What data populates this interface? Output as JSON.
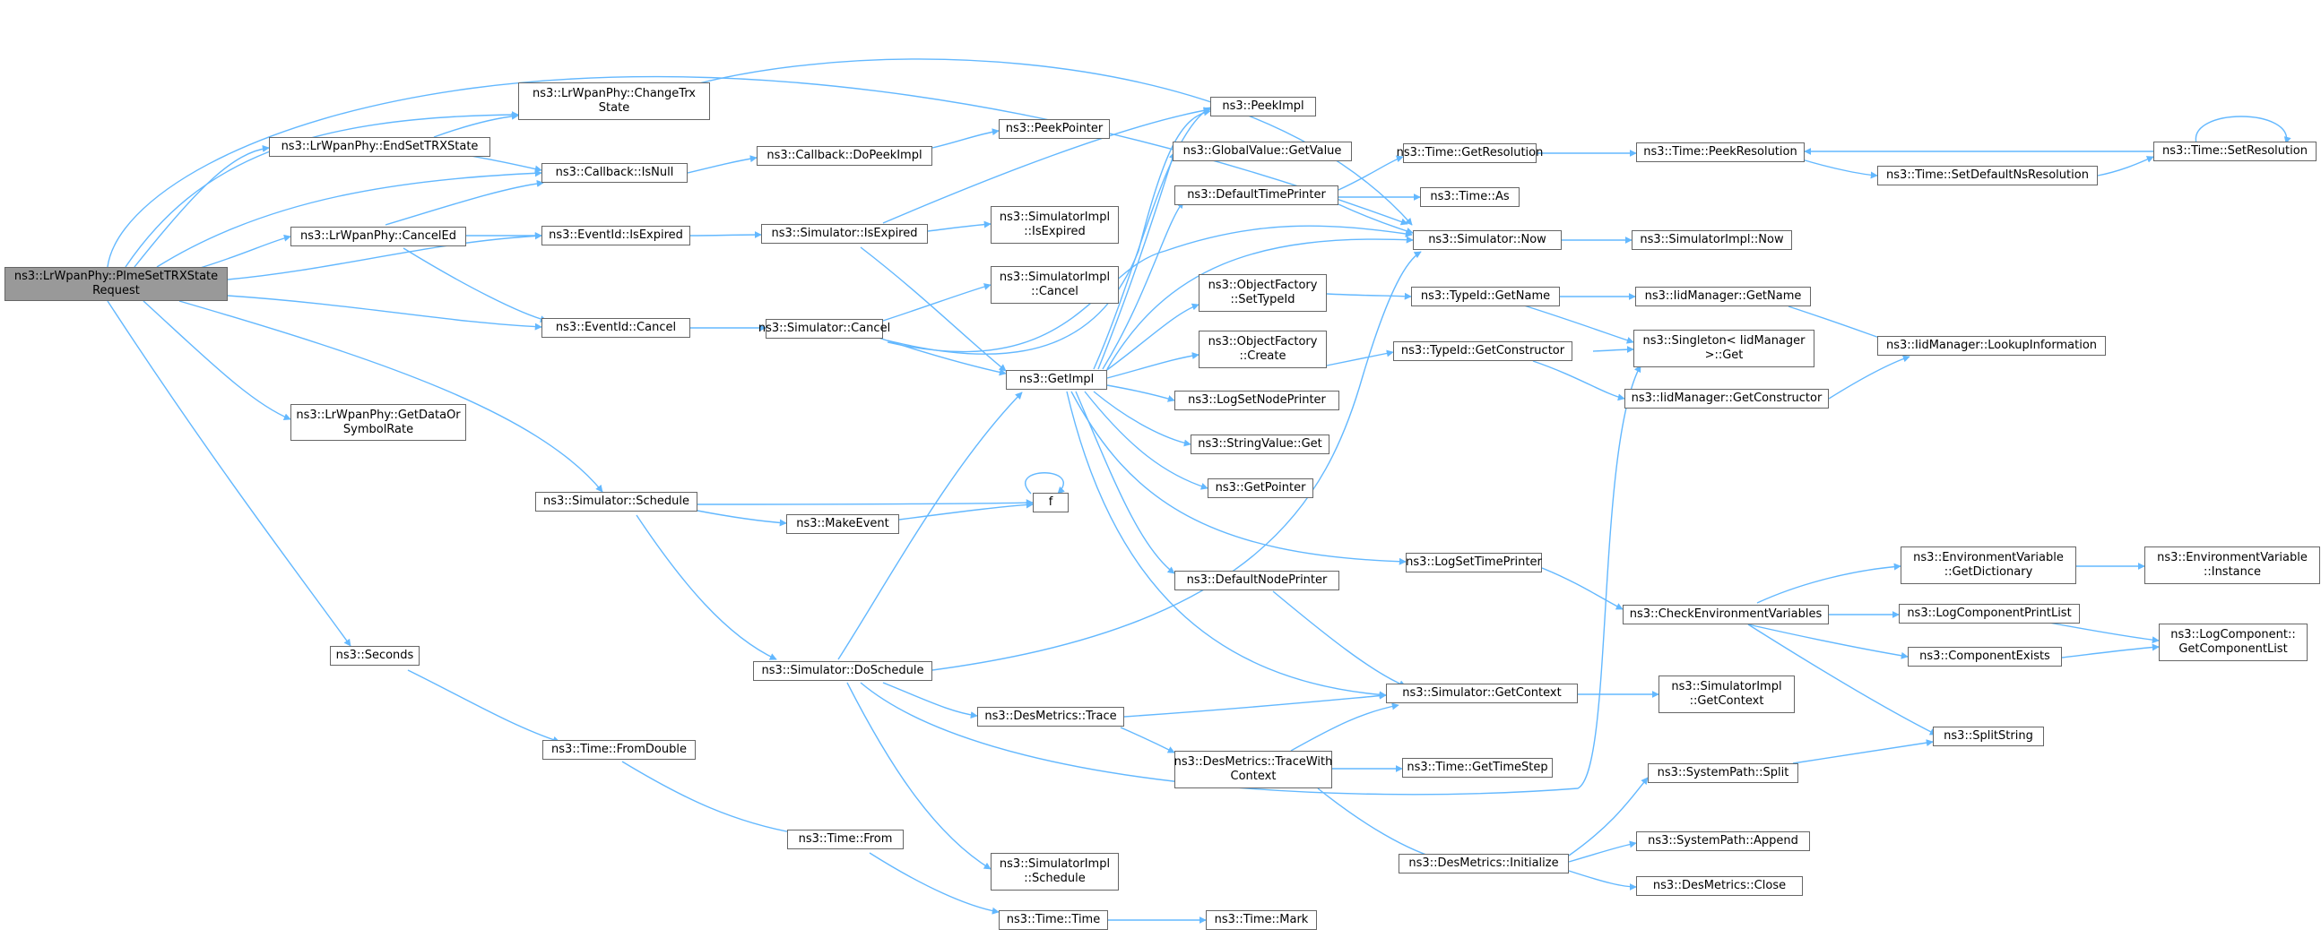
{
  "colors": {
    "edge": "#63b8ff",
    "node_border": "#666666",
    "root_fill": "#999999",
    "node_fill": "#ffffff",
    "text": "#000000"
  },
  "nodes": {
    "root": {
      "l1": "ns3::LrWpanPhy::PlmeSetTRXState",
      "l2": "Request"
    },
    "changetrx": {
      "l1": "ns3::LrWpanPhy::ChangeTrx",
      "l2": "State"
    },
    "endsettrx": {
      "l1": "ns3::LrWpanPhy::EndSetTRXState"
    },
    "isnull": {
      "l1": "ns3::Callback::IsNull"
    },
    "canceled": {
      "l1": "ns3::LrWpanPhy::CancelEd"
    },
    "isexpired": {
      "l1": "ns3::EventId::IsExpired"
    },
    "evcancel": {
      "l1": "ns3::EventId::Cancel"
    },
    "getdata": {
      "l1": "ns3::LrWpanPhy::GetDataOr",
      "l2": "SymbolRate"
    },
    "schedule": {
      "l1": "ns3::Simulator::Schedule"
    },
    "seconds": {
      "l1": "ns3::Seconds"
    },
    "fromdouble": {
      "l1": "ns3::Time::FromDouble"
    },
    "timefrom": {
      "l1": "ns3::Time::From"
    },
    "timetime": {
      "l1": "ns3::Time::Time"
    },
    "timemark": {
      "l1": "ns3::Time::Mark"
    },
    "dopeek": {
      "l1": "ns3::Callback::DoPeekImpl"
    },
    "peekpointer": {
      "l1": "ns3::PeekPointer"
    },
    "simisexpired": {
      "l1": "ns3::Simulator::IsExpired"
    },
    "implisexpired": {
      "l1": "ns3::SimulatorImpl",
      "l2": "::IsExpired"
    },
    "implcancel": {
      "l1": "ns3::SimulatorImpl",
      "l2": "::Cancel"
    },
    "simcancel": {
      "l1": "ns3::Simulator::Cancel"
    },
    "makeevent": {
      "l1": "ns3::MakeEvent"
    },
    "f": {
      "l1": "f"
    },
    "doschedule": {
      "l1": "ns3::Simulator::DoSchedule"
    },
    "getimpl": {
      "l1": "ns3::GetImpl"
    },
    "implschedule": {
      "l1": "ns3::SimulatorImpl",
      "l2": "::Schedule"
    },
    "destrace": {
      "l1": "ns3::DesMetrics::Trace"
    },
    "peekimpl": {
      "l1": "ns3::PeekImpl"
    },
    "globalvalue": {
      "l1": "ns3::GlobalValue::GetValue"
    },
    "deftimeprinter": {
      "l1": "ns3::DefaultTimePrinter"
    },
    "objsettypeid": {
      "l1": "ns3::ObjectFactory",
      "l2": "::SetTypeId"
    },
    "objcreate": {
      "l1": "ns3::ObjectFactory",
      "l2": "::Create"
    },
    "logsetnode": {
      "l1": "ns3::LogSetNodePrinter"
    },
    "stringvalue": {
      "l1": "ns3::StringValue::Get"
    },
    "getpointer": {
      "l1": "ns3::GetPointer"
    },
    "defnodeprinter": {
      "l1": "ns3::DefaultNodePrinter"
    },
    "tracewithctx": {
      "l1": "ns3::DesMetrics::TraceWith",
      "l2": "Context"
    },
    "getresolution": {
      "l1": "ns3::Time::GetResolution"
    },
    "timeas": {
      "l1": "ns3::Time::As"
    },
    "simnow": {
      "l1": "ns3::Simulator::Now"
    },
    "typegetname": {
      "l1": "ns3::TypeId::GetName"
    },
    "typegetctor": {
      "l1": "ns3::TypeId::GetConstructor"
    },
    "logsettime": {
      "l1": "ns3::LogSetTimePrinter"
    },
    "simgetctx": {
      "l1": "ns3::Simulator::GetContext"
    },
    "gettimestep": {
      "l1": "ns3::Time::GetTimeStep"
    },
    "desinit": {
      "l1": "ns3::DesMetrics::Initialize"
    },
    "peekres": {
      "l1": "ns3::Time::PeekResolution"
    },
    "implnow": {
      "l1": "ns3::SimulatorImpl::Now"
    },
    "iidgetname": {
      "l1": "ns3::IidManager::GetName"
    },
    "singleton": {
      "l1": "ns3::Singleton< IidManager",
      "l2": ">::Get"
    },
    "iidgetctor": {
      "l1": "ns3::IidManager::GetConstructor"
    },
    "checkenv": {
      "l1": "ns3::CheckEnvironmentVariables"
    },
    "implgetctx": {
      "l1": "ns3::SimulatorImpl",
      "l2": "::GetContext"
    },
    "syssplit": {
      "l1": "ns3::SystemPath::Split"
    },
    "sysappend": {
      "l1": "ns3::SystemPath::Append"
    },
    "desclose": {
      "l1": "ns3::DesMetrics::Close"
    },
    "setdefaultns": {
      "l1": "ns3::Time::SetDefaultNsResolution"
    },
    "setres": {
      "l1": "ns3::Time::SetResolution"
    },
    "lookupinfo": {
      "l1": "ns3::IidManager::LookupInformation"
    },
    "envgetdict": {
      "l1": "ns3::EnvironmentVariable",
      "l2": "::GetDictionary"
    },
    "envinstance": {
      "l1": "ns3::EnvironmentVariable",
      "l2": "::Instance"
    },
    "logcompprint": {
      "l1": "ns3::LogComponentPrintList"
    },
    "compexists": {
      "l1": "ns3::ComponentExists"
    },
    "logcompgetlist": {
      "l1": "ns3::LogComponent::",
      "l2": "GetComponentList"
    },
    "splitstring": {
      "l1": "ns3::SplitString"
    }
  }
}
